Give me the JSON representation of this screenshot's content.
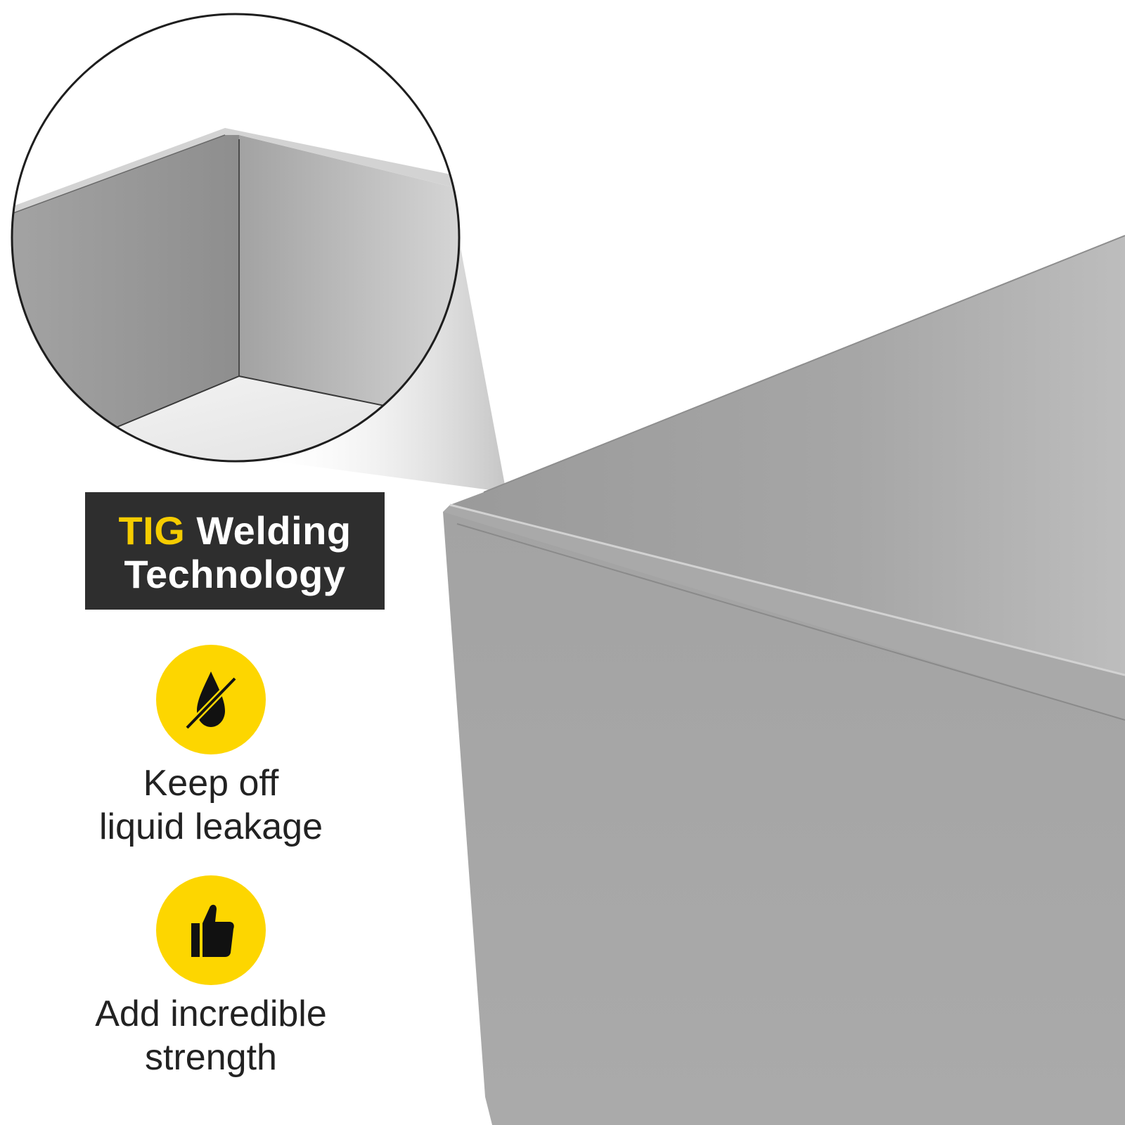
{
  "headline": {
    "accent_word": "TIG",
    "word_2": "Welding",
    "line_2": "Technology"
  },
  "features": [
    {
      "icon": "no-drip-icon",
      "line_1": "Keep off",
      "line_2": "liquid leakage"
    },
    {
      "icon": "thumbs-up-icon",
      "line_1": "Add incredible",
      "line_2": "strength"
    }
  ],
  "colors": {
    "accent_yellow": "#fdd600",
    "title_background": "#2e2e2e",
    "title_accent_text": "#f5cc00",
    "steel_light": "#c8c8c8",
    "steel_dark": "#9c9c9c"
  }
}
